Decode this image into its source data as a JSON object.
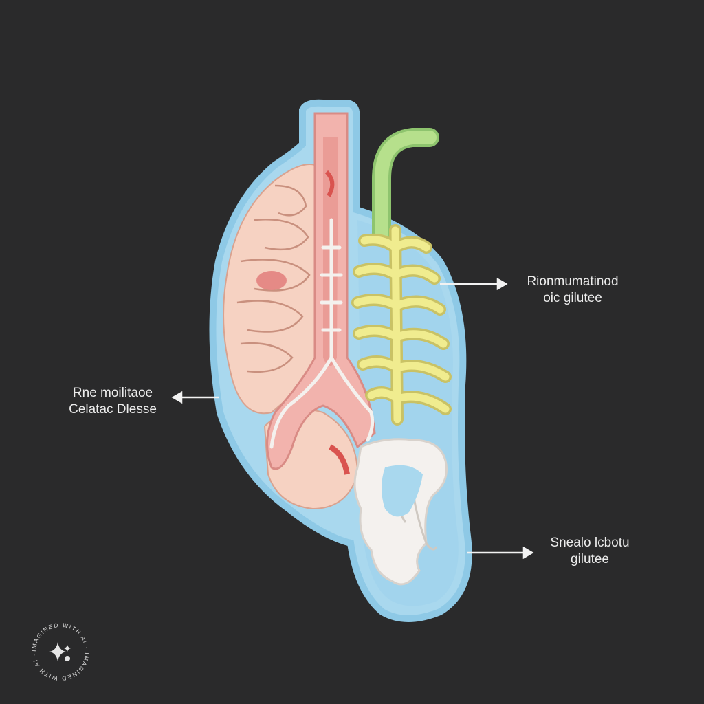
{
  "labels": {
    "right_top": {
      "line1": "Rionmumatinod",
      "line2": "oic gilutee"
    },
    "left": {
      "line1": "Rne moilitaoe",
      "line2": "Celatac Dlesse"
    },
    "right_bottom": {
      "line1": "Snealo lcbotu",
      "line2": "gilutee"
    }
  },
  "watermark": {
    "text": "IMAGINED WITH AI · IMAGINED WITH AI ·"
  },
  "colors": {
    "background": "#2a2a2b",
    "outline": "#8ec9e6",
    "body_fill": "#a9d8ee",
    "stomach_fill": "#f6d2c2",
    "esophagus_fill": "#f2b3ad",
    "tract_red": "#d9534f",
    "villi_yellow": "#f0ec8f",
    "tube_green": "#b6e08c",
    "intestine_white": "#f4f1ee",
    "label_text": "#ececec"
  }
}
